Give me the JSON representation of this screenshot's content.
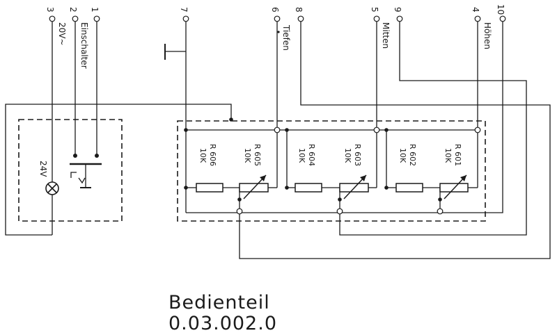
{
  "pins": [
    {
      "id": "p1",
      "label": "1"
    },
    {
      "id": "p2",
      "label": "2"
    },
    {
      "id": "p3",
      "label": "3"
    },
    {
      "id": "p7",
      "label": "7"
    },
    {
      "id": "p6",
      "label": "6"
    },
    {
      "id": "p8",
      "label": "8"
    },
    {
      "id": "p5",
      "label": "5"
    },
    {
      "id": "p9",
      "label": "9"
    },
    {
      "id": "p4",
      "label": "4"
    },
    {
      "id": "p10",
      "label": "10"
    }
  ],
  "signals": {
    "switch": "Einschalter",
    "supply": "20V~",
    "bass": "Tiefen",
    "mid": "Mitten",
    "treble": "Höhen"
  },
  "lamp_voltage": "24V",
  "resistors": [
    {
      "name": "R 606",
      "value": "10K"
    },
    {
      "name": "R 605",
      "value": "10K"
    },
    {
      "name": "R 604",
      "value": "10K"
    },
    {
      "name": "R 603",
      "value": "10K"
    },
    {
      "name": "R 602",
      "value": "10K"
    },
    {
      "name": "R 601",
      "value": "10K"
    }
  ],
  "title": {
    "line1": "Bedienteil",
    "line2": "0.03.002.0"
  }
}
